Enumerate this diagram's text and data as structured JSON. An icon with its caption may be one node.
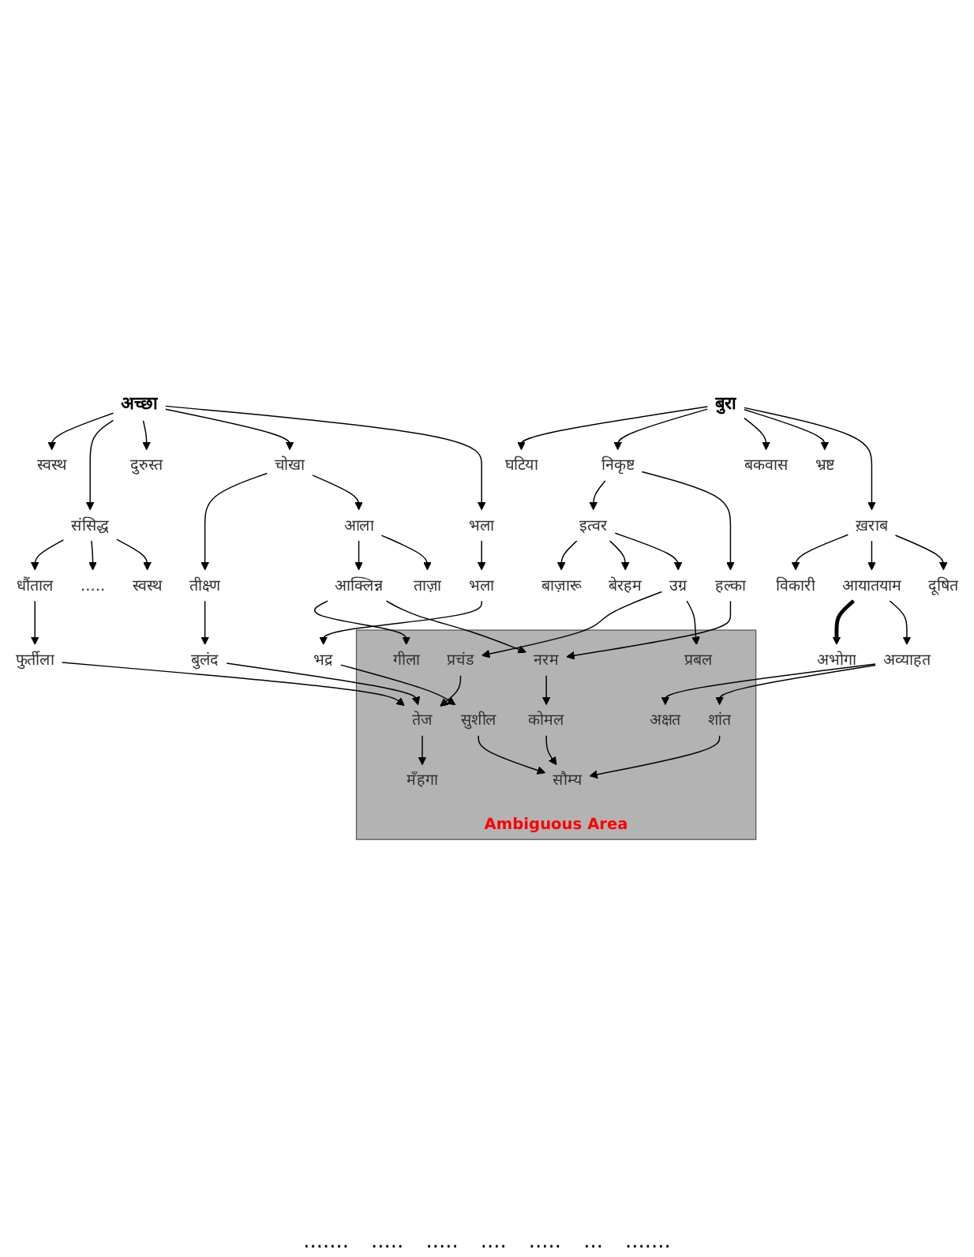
{
  "diagram": {
    "nodes": [
      {
        "text": [
          "अच्छा"
        ]
      },
      {
        "text": [
          "भला"
        ]
      },
      {
        "text": [
          "चोखा"
        ]
      },
      {
        "text": [
          "दुरुस्त"
        ]
      },
      {
        "text": [
          "संसिद्ध"
        ]
      },
      {
        "text": [
          "स्वस्थ"
        ]
      },
      {
        "text": [
          "भला"
        ]
      },
      {
        "text": [
          "आला"
        ]
      },
      {
        "text": [
          "तीक्ष्ण"
        ]
      },
      {
        "text": [
          "स्वस्थ"
        ]
      },
      {
        "text": [
          "....."
        ]
      },
      {
        "text": [
          "धौंताल"
        ]
      },
      {
        "text": [
          "भद्र"
        ]
      },
      {
        "text": [
          "ताज़ा"
        ]
      },
      {
        "text": [
          "आक्लिन्न"
        ]
      },
      {
        "text": [
          "बुलंद"
        ]
      },
      {
        "text": [
          "फुर्तीला"
        ]
      },
      {
        "text": [
          "Ambiguous Area"
        ]
      },
      {
        "text": [
          "सुशील"
        ],
        "in": 17
      },
      {
        "text": [
          "कोमल"
        ],
        "in": 17
      },
      {
        "text": [
          "गीला"
        ],
        "in": 17
      },
      {
        "text": [
          "सौम्य"
        ],
        "in": 17
      },
      {
        "text": [
          "तेज"
        ],
        "in": 17
      },
      {
        "text": [
          "नरम"
        ],
        "in": 17
      },
      {
        "text": [
          "मँहगा"
        ],
        "in": 17
      },
      {
        "text": [
          "प्रचंड"
        ],
        "in": 17
      },
      {
        "text": [
          "शांत"
        ],
        "in": 17
      },
      {
        "text": [
          "अक्षत"
        ],
        "in": 17
      },
      {
        "text": [
          "प्रबल"
        ],
        "in": 17
      },
      {
        "text": [
          "अव्याहत"
        ]
      },
      {
        "text": [
          "अभोगा"
        ]
      },
      {
        "text": [
          "हल्का"
        ]
      },
      {
        "text": [
          "उग्र"
        ]
      },
      {
        "text": [
          "बेरहम"
        ]
      },
      {
        "text": [
          "बाज़ारू"
        ]
      },
      {
        "text": [
          "इत्वर"
        ]
      },
      {
        "text": [
          "दूषित"
        ]
      },
      {
        "text": [
          "आयातयाम"
        ]
      },
      {
        "text": [
          "विकारी"
        ]
      },
      {
        "text": [
          "ख़राब"
        ]
      },
      {
        "text": [
          "भ्रष्ट"
        ]
      },
      {
        "text": [
          "बकवास"
        ]
      },
      {
        "text": [
          "निकृष्ट"
        ]
      },
      {
        "text": [
          "घटिया"
        ]
      },
      {
        "text": [
          "बुरा"
        ]
      }
    ],
    "edges": [
      {
        "from": 0,
        "to": 1,
        "arrow": "to"
      },
      {
        "from": 0,
        "to": 2,
        "arrow": "to"
      },
      {
        "from": 0,
        "to": 3,
        "arrow": "to"
      },
      {
        "from": 0,
        "to": 4,
        "arrow": "to"
      },
      {
        "from": 0,
        "to": 5,
        "arrow": "to"
      },
      {
        "from": 1,
        "to": 6,
        "arrow": "to"
      },
      {
        "from": 2,
        "to": 7,
        "arrow": "to"
      },
      {
        "from": 2,
        "to": 8,
        "arrow": "to"
      },
      {
        "from": 4,
        "to": 9,
        "arrow": "to"
      },
      {
        "from": 4,
        "to": 10,
        "arrow": "to"
      },
      {
        "from": 4,
        "to": 11,
        "arrow": "to"
      },
      {
        "from": 6,
        "to": 12,
        "arrow": "to"
      },
      {
        "from": 7,
        "to": 13,
        "arrow": "to"
      },
      {
        "from": 7,
        "to": 14,
        "arrow": "to"
      },
      {
        "from": 8,
        "to": 15,
        "arrow": "to"
      },
      {
        "from": 11,
        "to": 16,
        "arrow": "to"
      },
      {
        "from": 12,
        "to": 18,
        "arrow": "to"
      },
      {
        "from": 14,
        "to": 23,
        "arrow": "to"
      },
      {
        "from": 14,
        "to": 20,
        "arrow": "to"
      },
      {
        "from": 15,
        "to": 22,
        "arrow": "to"
      },
      {
        "from": 16,
        "to": 22,
        "arrow": "to"
      },
      {
        "from": 18,
        "to": 21,
        "arrow": "to"
      },
      {
        "from": 19,
        "to": 21,
        "arrow": "to"
      },
      {
        "from": 23,
        "to": 19,
        "arrow": "to"
      },
      {
        "from": 22,
        "to": 24,
        "arrow": "to"
      },
      {
        "from": 25,
        "to": 22,
        "arrow": "to"
      },
      {
        "from": 26,
        "to": 21,
        "arrow": "to"
      },
      {
        "from": 29,
        "to": 26,
        "arrow": "to"
      },
      {
        "from": 29,
        "to": 27,
        "arrow": "to"
      },
      {
        "from": 31,
        "to": 23,
        "arrow": "to"
      },
      {
        "from": 32,
        "to": 28,
        "arrow": "to"
      },
      {
        "from": 32,
        "to": 25,
        "arrow": "to"
      },
      {
        "from": 35,
        "to": 32,
        "arrow": "to"
      },
      {
        "from": 35,
        "to": 33,
        "arrow": "to"
      },
      {
        "from": 35,
        "to": 34,
        "arrow": "to"
      },
      {
        "from": 37,
        "to": 29,
        "arrow": "to"
      },
      {
        "from": 37,
        "to": 30,
        "arrow": "to",
        "style": "thick"
      },
      {
        "from": 39,
        "to": 36,
        "arrow": "to"
      },
      {
        "from": 39,
        "to": 37,
        "arrow": "to"
      },
      {
        "from": 39,
        "to": 38,
        "arrow": "to"
      },
      {
        "from": 42,
        "to": 31,
        "arrow": "to"
      },
      {
        "from": 42,
        "to": 35,
        "arrow": "to"
      },
      {
        "from": 44,
        "to": 39,
        "arrow": "to"
      },
      {
        "from": 44,
        "to": 40,
        "arrow": "to"
      },
      {
        "from": 44,
        "to": 41,
        "arrow": "to"
      },
      {
        "from": 44,
        "to": 42,
        "arrow": "to"
      },
      {
        "from": 44,
        "to": 43,
        "arrow": "to"
      }
    ],
    "labels": [
      ".......",
      ".....",
      ".....",
      "....",
      ".....",
      "...",
      "......."
    ]
  }
}
